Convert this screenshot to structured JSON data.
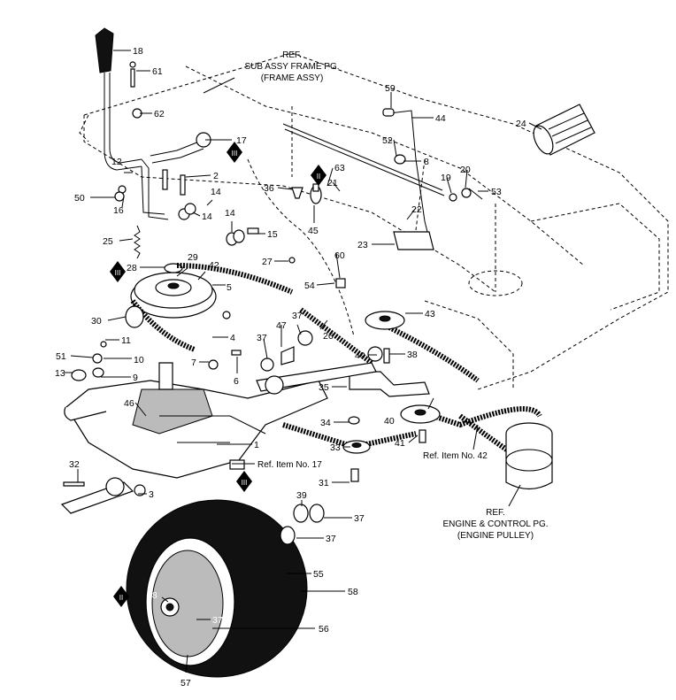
{
  "refs": {
    "frame": [
      "REF.",
      "SUB ASSY FRAME PG.",
      "(FRAME ASSY)"
    ],
    "engine": [
      "REF.",
      "ENGINE & CONTROL PG.",
      "(ENGINE PULLEY)"
    ],
    "item17": "Ref. Item No. 17",
    "item42": "Ref. Item No. 42"
  },
  "callouts": {
    "c18": "18",
    "c61": "61",
    "c62": "62",
    "c17": "17",
    "c2": "2",
    "c12": "12",
    "c50": "50",
    "c16": "16",
    "c14a": "14",
    "c14b": "14",
    "c14c": "14",
    "c15": "15",
    "c25": "25",
    "c28": "28",
    "c29": "29",
    "c42": "42",
    "c5": "5",
    "c30": "30",
    "c11": "11",
    "c51": "51",
    "c10": "10",
    "c4": "4",
    "c13": "13",
    "c9": "9",
    "c7": "7",
    "c6": "6",
    "c37a": "37",
    "c47": "47",
    "c37b": "37",
    "c46": "46",
    "c1": "1",
    "c32": "32",
    "c3": "3",
    "c59": "59",
    "c44": "44",
    "c24": "24",
    "c52": "52",
    "c8": "8",
    "c19": "19",
    "c20": "20",
    "c53": "53",
    "c63": "63",
    "c36": "36",
    "c21": "21",
    "c22": "22",
    "c45": "45",
    "c23": "23",
    "c27": "27",
    "c60": "60",
    "c54": "54",
    "c43": "43",
    "c26": "26",
    "c49": "49",
    "c38": "38",
    "c35": "35",
    "c40": "40",
    "c34": "34",
    "c33": "33",
    "c41": "41",
    "c31": "31",
    "c39": "39",
    "c37c": "37",
    "c37d": "37",
    "c55": "55",
    "c58": "58",
    "c48": "48",
    "c37e": "37",
    "c56": "56",
    "c57": "57"
  },
  "symbols": {
    "fig_ii": "II",
    "fig_iii": "III"
  }
}
